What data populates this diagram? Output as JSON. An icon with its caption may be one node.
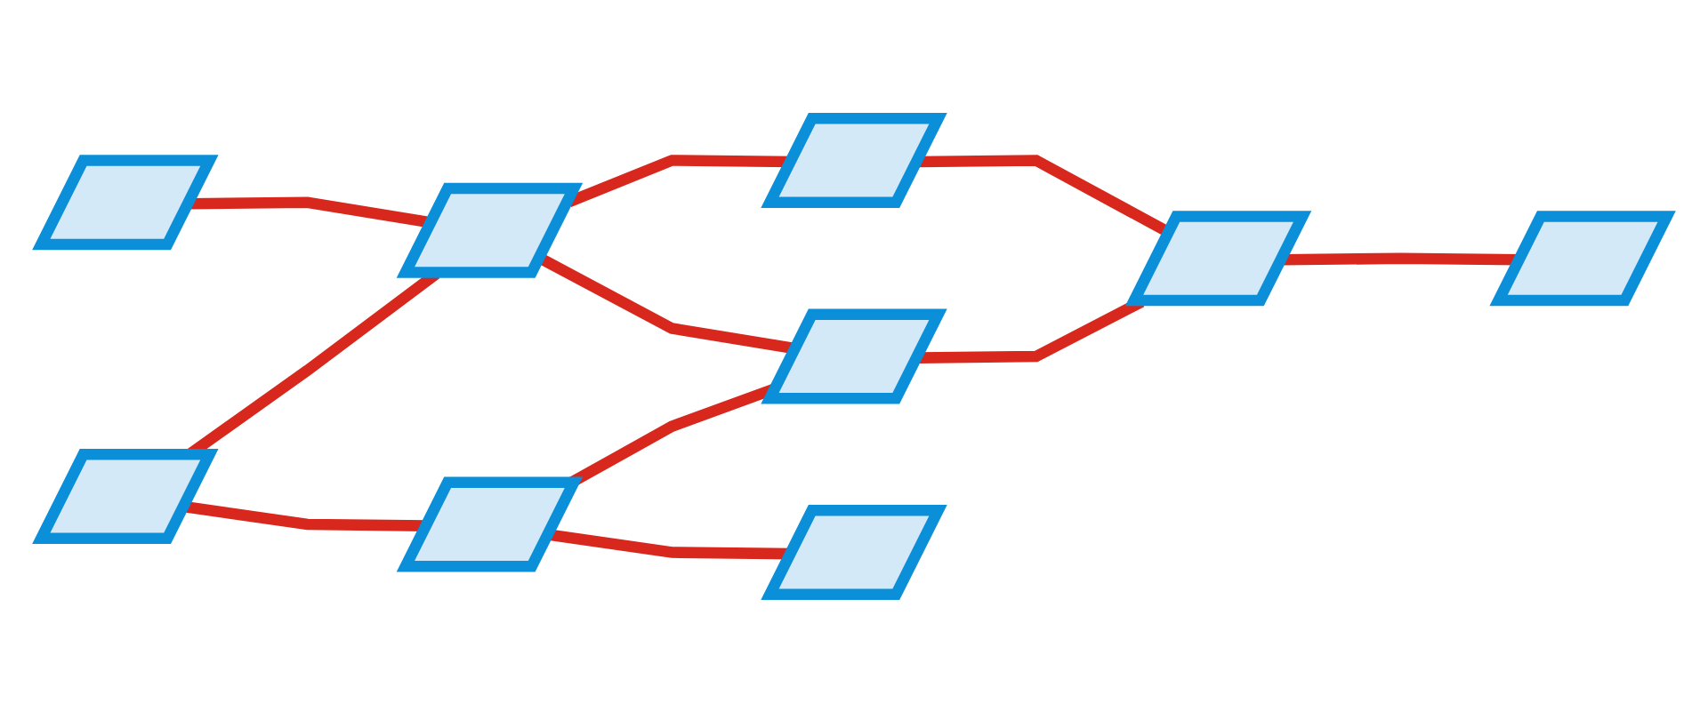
{
  "diagram": {
    "nodes": [
      {
        "text": [],
        "shape": "parallelogram"
      },
      {
        "text": [],
        "shape": "parallelogram"
      },
      {
        "text": [],
        "shape": "parallelogram"
      },
      {
        "text": [],
        "shape": "parallelogram"
      },
      {
        "text": [],
        "shape": "parallelogram"
      },
      {
        "text": [],
        "shape": "parallelogram"
      },
      {
        "text": [],
        "shape": "parallelogram"
      },
      {
        "text": [],
        "shape": "parallelogram"
      },
      {
        "text": [],
        "shape": "parallelogram"
      }
    ],
    "edges": [
      {
        "from": 0,
        "to": 2,
        "arrow": "none"
      },
      {
        "from": 1,
        "to": 2,
        "arrow": "none"
      },
      {
        "from": 1,
        "to": 4,
        "arrow": "none"
      },
      {
        "from": 2,
        "to": 3,
        "arrow": "none"
      },
      {
        "from": 2,
        "to": 5,
        "arrow": "none"
      },
      {
        "from": 3,
        "to": 6,
        "arrow": "none"
      },
      {
        "from": 4,
        "to": 5,
        "arrow": "none"
      },
      {
        "from": 4,
        "to": 8,
        "arrow": "none"
      },
      {
        "from": 5,
        "to": 6,
        "arrow": "none"
      },
      {
        "from": 6,
        "to": 7,
        "arrow": "none"
      }
    ]
  }
}
